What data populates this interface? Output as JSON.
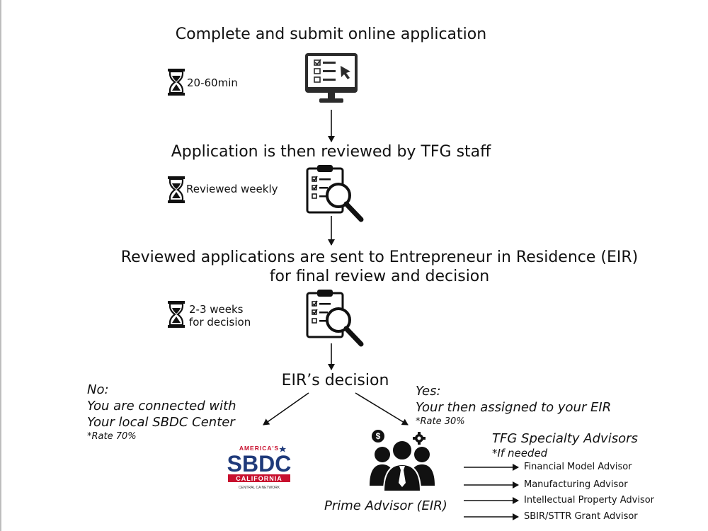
{
  "steps": {
    "step1": "Complete and submit online application",
    "step2": "Application is then reviewed by TFG staff",
    "step3_line1": "Reviewed applications are sent to Entrepreneur in Residence (EIR)",
    "step3_line2": "for final review and decision",
    "decision": "EIR’s decision"
  },
  "durations": {
    "d1": "20-60min",
    "d2": "Reviewed weekly",
    "d3_line1": "2-3 weeks",
    "d3_line2": "for decision"
  },
  "branch_no": {
    "line1": "No:",
    "line2": "You are connected with",
    "line3": "Your local SBDC Center",
    "rate": "*Rate 70%"
  },
  "branch_yes": {
    "line1": "Yes:",
    "line2": "Your then assigned to your EIR",
    "rate": "*Rate 30%"
  },
  "sbdc_logo": {
    "top": "AMERICA'S",
    "main": "SBDC",
    "state": "CALIFORNIA",
    "network": "CENTRAL CA NETWORK"
  },
  "prime_advisor": "Prime Advisor (EIR)",
  "specialty": {
    "title": "TFG Specialty Advisors",
    "note": "*If needed",
    "advisors": [
      "Financial Model Advisor",
      "Manufacturing Advisor",
      "Intellectual Property Advisor",
      "SBIR/STTR  Grant Advisor"
    ]
  },
  "colors": {
    "sbdc_blue": "#1f3a7a",
    "sbdc_red": "#c8102e",
    "ink": "#111111"
  },
  "icons": [
    "hourglass-icon",
    "computer-checklist-icon",
    "clipboard-magnifier-icon",
    "advisor-team-icon",
    "sbdc-logo"
  ]
}
